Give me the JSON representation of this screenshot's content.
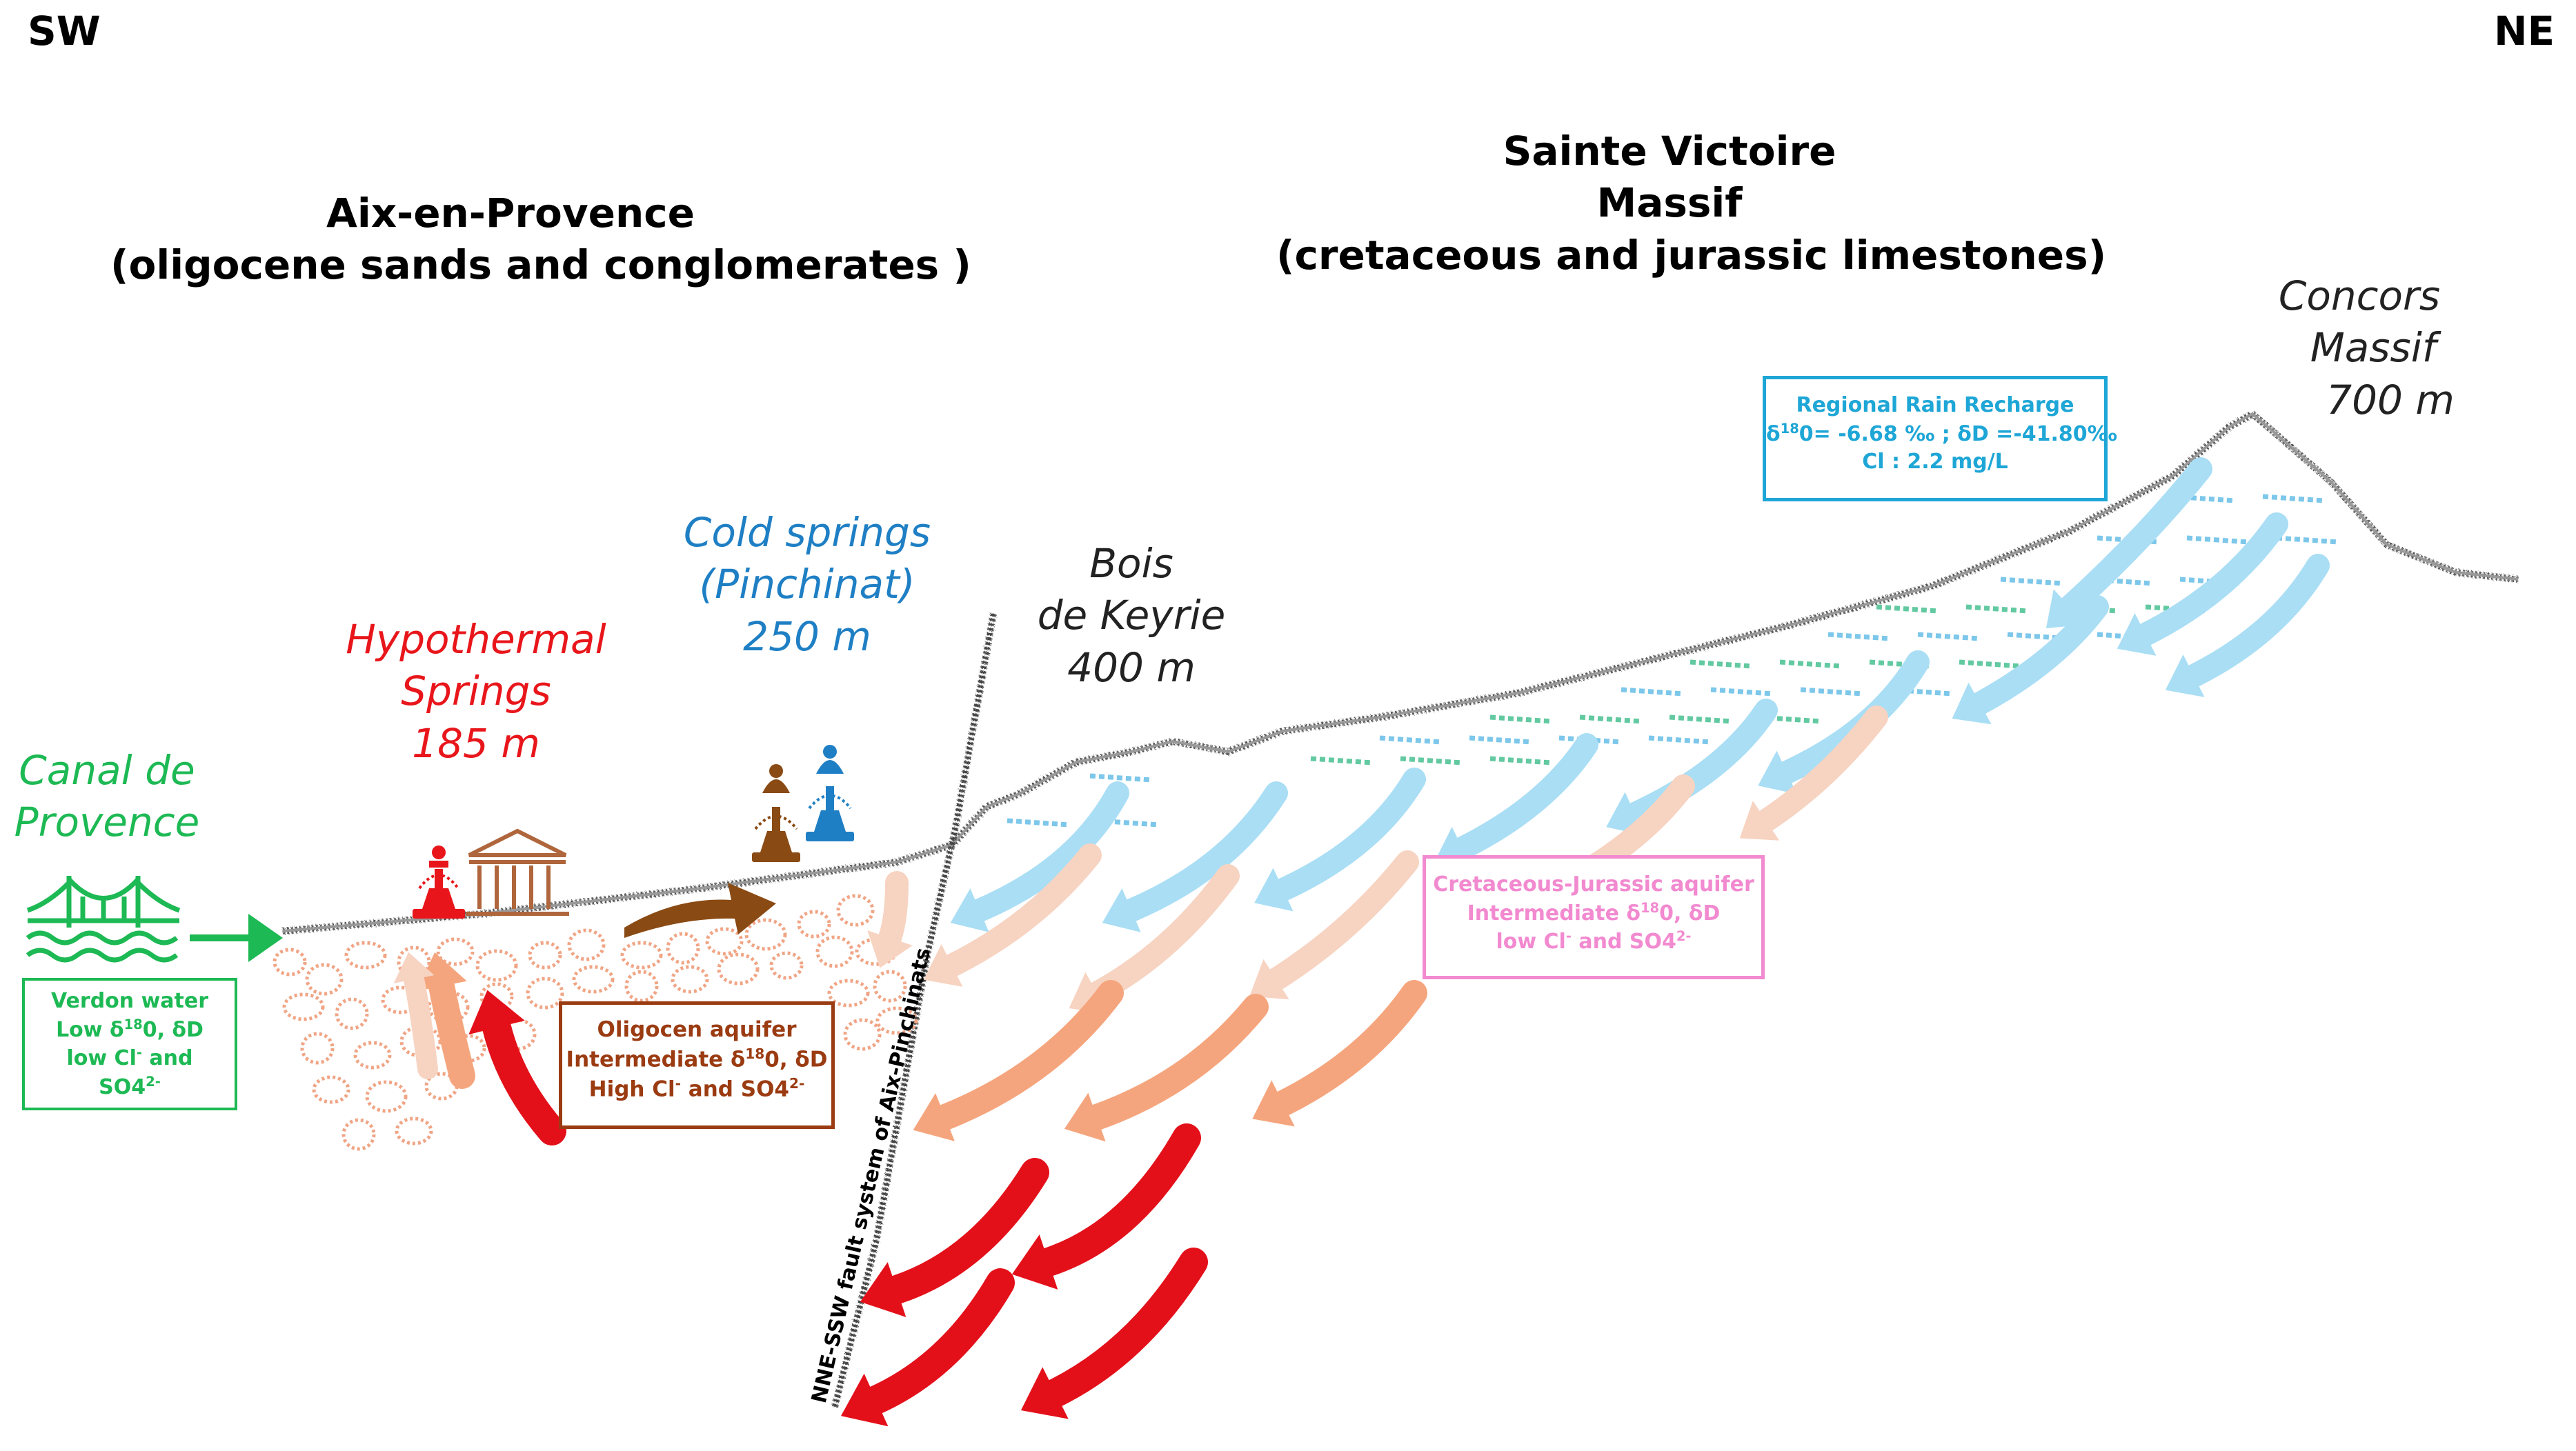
{
  "directions": {
    "left": "SW",
    "right": "NE"
  },
  "regions": {
    "aix": {
      "line1": "Aix-en-Provence",
      "line2": "(oligocene sands and conglomerates )"
    },
    "victoire": {
      "line1": "Sainte Victoire",
      "line2": "Massif",
      "line3": "(cretaceous and jurassic limestones)"
    }
  },
  "places": {
    "concors": {
      "line1": "Concors",
      "line2": "Massif",
      "line3": "700 m"
    },
    "bois": {
      "line1": "Bois",
      "line2": "de Keyrie",
      "line3": "400 m"
    },
    "cold": {
      "line1": "Cold springs",
      "line2": "(Pinchinat)",
      "line3": "250 m"
    },
    "hypo": {
      "line1": "Hypothermal",
      "line2": "Springs",
      "line3": "185 m"
    },
    "canal": {
      "line1": "Canal de",
      "line2": "Provence"
    }
  },
  "boxes": {
    "rain": {
      "title": "Regional Rain Recharge",
      "l2a": "δ",
      "l2sup": "18",
      "l2b": "0= -6.68 ‰ ; δD =-41.80‰",
      "l3": "Cl : 2.2 mg/L"
    },
    "cretaceous": {
      "title": "Cretaceous-Jurassic aquifer",
      "l2a": "Intermediate δ",
      "l2sup": "18",
      "l2b": "0,  δD",
      "l3a": "low Cl",
      "l3sup1": "-",
      "l3b": " and SO4",
      "l3sup2": "2-"
    },
    "oligocen": {
      "title": "Oligocen aquifer",
      "l2a": "Intermediate δ",
      "l2sup": "18",
      "l2b": "0,  δD",
      "l3a": "High Cl",
      "l3sup1": "-",
      "l3b": " and SO4",
      "l3sup2": "2-"
    },
    "verdon": {
      "title": "Verdon water",
      "l2a": "Low δ",
      "l2sup": "18",
      "l2b": "0,  δD",
      "l3a": "low Cl",
      "l3sup1": "-",
      "l3b": " and",
      "l4a": "SO4",
      "l4sup": "2-"
    }
  },
  "fault_label": "NNE-SSW fault system of Aix-Pinchinats",
  "colors": {
    "canal": "#1db954",
    "hypo": "#e8161b",
    "cold": "#1f7fc4",
    "rain_box": "#1ea6d6",
    "cretaceous_box": "#f28ad0",
    "oligocen_box": "#9b3b12",
    "arrow_blue": "#a9def5",
    "arrow_peach": "#f7d3c1",
    "arrow_orange": "#f5a57d",
    "arrow_red": "#e3101a",
    "brown_arrow": "#8a4a14",
    "temple": "#b0663c"
  }
}
